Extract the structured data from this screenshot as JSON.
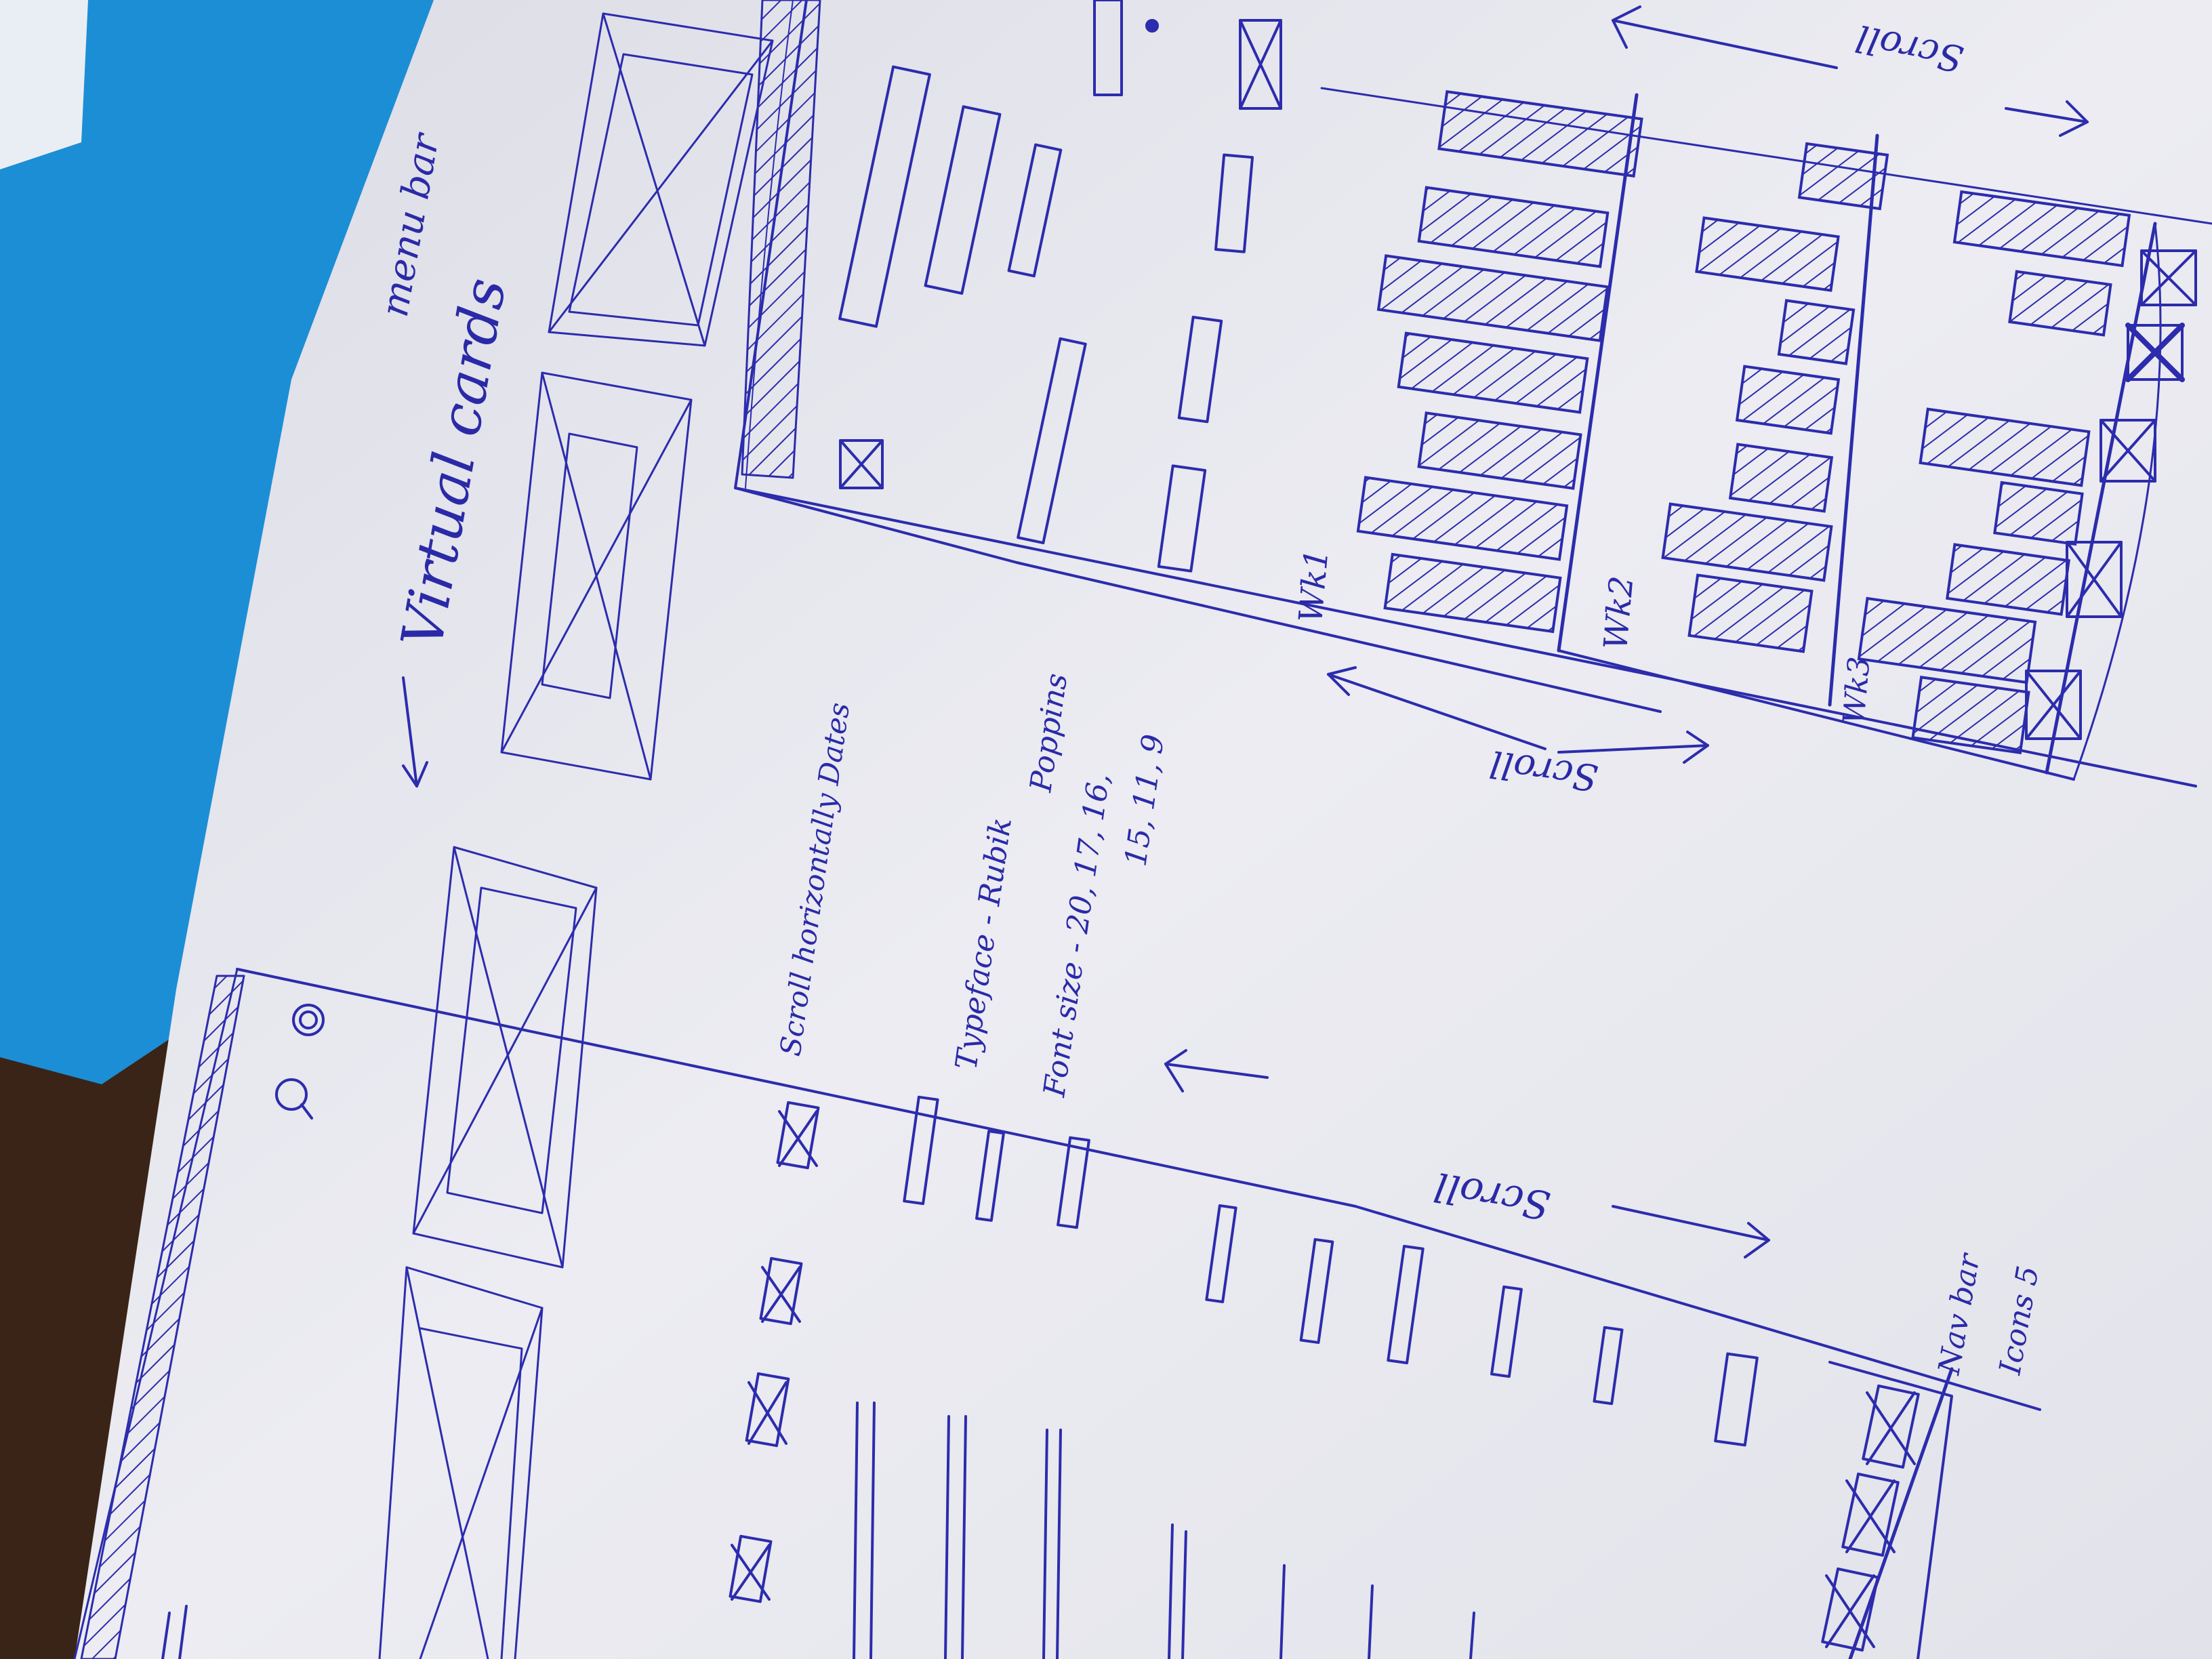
{
  "notes": {
    "menu_bar": "menu bar",
    "virtual_cards": "Virtual cards",
    "scroll_horizontally_dates": "Scroll horizontally Dates",
    "typeface": "Typeface - Rubik",
    "typeface_alt": "Poppins",
    "font_size": "Font size - 20, 17, 16,",
    "font_size_cont": "15, 11, 9",
    "scroll": "Scroll",
    "navbar": "Nav bar",
    "icons": "Icons 5",
    "wk1": "Wk1",
    "wk2": "Wk2",
    "wk3": "Wk3"
  },
  "colors": {
    "ink": "#2c2cad",
    "paper": "#ebebf1",
    "folder": "#1c8ed6",
    "table": "#3a2418"
  }
}
